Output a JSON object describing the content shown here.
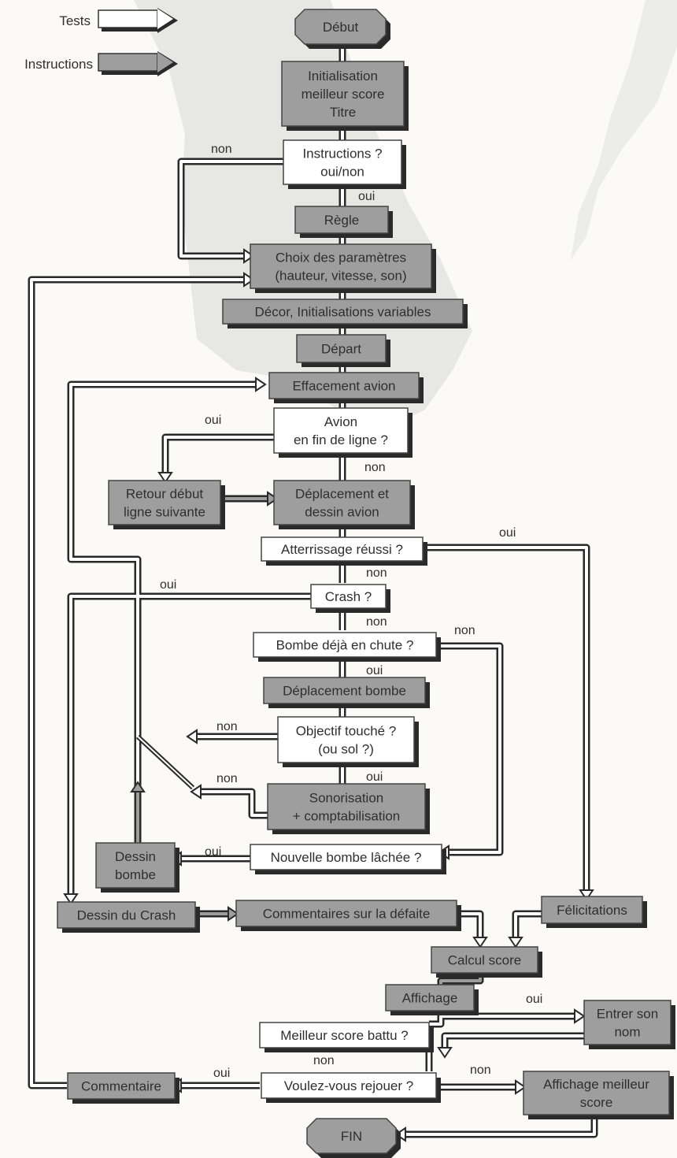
{
  "legend": {
    "tests": "Tests",
    "instructions": "Instructions"
  },
  "colors": {
    "process": "#9e9e9e",
    "test": "#ffffff",
    "shadow": "#2a2a2a",
    "border": "#444444",
    "map": "#e7e7e4",
    "background": "#fbfaf6"
  },
  "nodes": {
    "debut": "Début",
    "init": [
      "Initialisation",
      "meilleur score",
      "Titre"
    ],
    "instr_q": [
      "Instructions ?",
      "oui/non"
    ],
    "regle": "Règle",
    "choix": [
      "Choix des paramètres",
      "(hauteur, vitesse, son)"
    ],
    "decor": "Décor, Initialisations variables",
    "depart": "Départ",
    "effacement": "Effacement avion",
    "avion_q": [
      "Avion",
      "en fin de ligne ?"
    ],
    "retour": [
      "Retour début",
      "ligne suivante"
    ],
    "deplacement": [
      "Déplacement et",
      "dessin avion"
    ],
    "atterrissage_q": "Atterrissage réussi ?",
    "crash_q": "Crash ?",
    "bombe_q": "Bombe déjà en chute ?",
    "depl_bombe": "Déplacement bombe",
    "objectif_q": [
      "Objectif touché ?",
      "(ou sol ?)"
    ],
    "sonorisation": [
      "Sonorisation",
      "+ comptabilisation"
    ],
    "dessin_bombe": [
      "Dessin",
      "bombe"
    ],
    "nouvelle_q": "Nouvelle bombe lâchée ?",
    "dessin_crash": "Dessin du Crash",
    "commentaires": "Commentaires sur la défaite",
    "felicitations": "Félicitations",
    "calcul": "Calcul score",
    "affichage": "Affichage",
    "meilleur_q": "Meilleur score battu ?",
    "entrer": [
      "Entrer son",
      "nom"
    ],
    "rejouer_q": "Voulez-vous rejouer ?",
    "commentaire": "Commentaire",
    "aff_meilleur": [
      "Affichage meilleur",
      "score"
    ],
    "fin": "FIN"
  },
  "edge_labels": {
    "instr_non": "non",
    "instr_oui": "oui",
    "avion_oui": "oui",
    "avion_non": "non",
    "atter_oui": "oui",
    "atter_non": "non",
    "crash_oui": "oui",
    "crash_non": "non",
    "bombe_non": "non",
    "bombe_oui": "oui",
    "obj_non": "non",
    "obj_oui": "oui",
    "snd_non": "non",
    "nouv_oui": "oui",
    "meil_oui": "oui",
    "meil_non": "non",
    "rej_oui": "oui",
    "rej_non": "non"
  }
}
